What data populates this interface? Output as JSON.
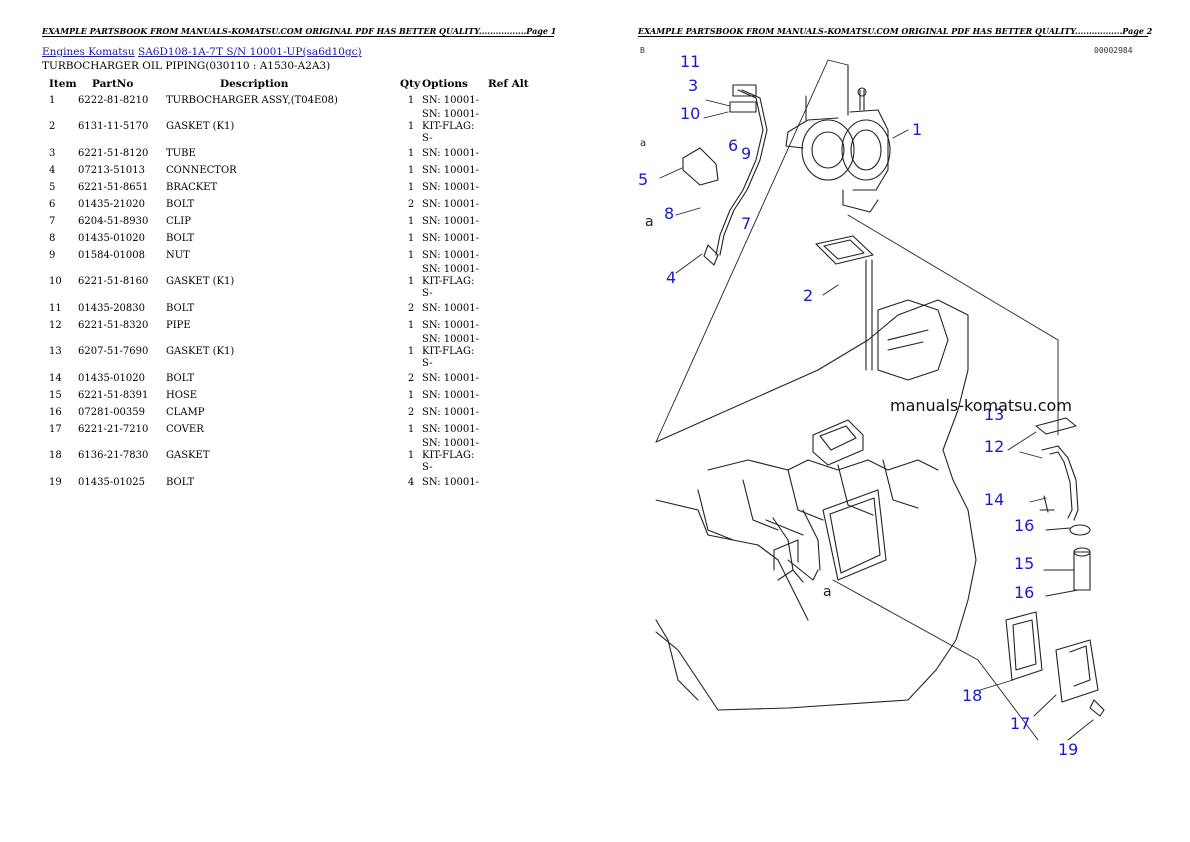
{
  "header": {
    "page1": "EXAMPLE PARTSBOOK FROM MANUALS-KOMATSU.COM ORIGINAL PDF HAS BETTER QUALITY.................Page 1",
    "page2": "EXAMPLE PARTSBOOK FROM MANUALS-KOMATSU.COM ORIGINAL PDF HAS BETTER QUALITY.................Page 2"
  },
  "breadcrumb": {
    "root": "Engines Komatsu",
    "model": "SA6D108-1A-7T S/N 10001-UP(sa6d10gc)"
  },
  "subtitle": "TURBOCHARGER OIL PIPING(030110 : A1530-A2A3)",
  "columns": {
    "item": "Item",
    "partno": "PartNo",
    "description": "Description",
    "qty": "Qty",
    "options": "Options",
    "refalt": "Ref Alt"
  },
  "parts": [
    {
      "item": "1",
      "partno": "6222-81-8210",
      "desc": "TURBOCHARGER ASSY,(T04E08)",
      "qty": "1",
      "opt1": "SN: 10001-",
      "opt2": ""
    },
    {
      "item": "2",
      "partno": "6131-11-5170",
      "desc": "GASKET (K1)",
      "qty": "1",
      "opt1": "SN: 10001-",
      "opt2": "KIT-FLAG: S-"
    },
    {
      "item": "3",
      "partno": "6221-51-8120",
      "desc": "TUBE",
      "qty": "1",
      "opt1": "SN: 10001-",
      "opt2": ""
    },
    {
      "item": "4",
      "partno": "07213-51013",
      "desc": "CONNECTOR",
      "qty": "1",
      "opt1": "SN: 10001-",
      "opt2": ""
    },
    {
      "item": "5",
      "partno": "6221-51-8651",
      "desc": "BRACKET",
      "qty": "1",
      "opt1": "SN: 10001-",
      "opt2": ""
    },
    {
      "item": "6",
      "partno": "01435-21020",
      "desc": "BOLT",
      "qty": "2",
      "opt1": "SN: 10001-",
      "opt2": ""
    },
    {
      "item": "7",
      "partno": "6204-51-8930",
      "desc": "CLIP",
      "qty": "1",
      "opt1": "SN: 10001-",
      "opt2": ""
    },
    {
      "item": "8",
      "partno": "01435-01020",
      "desc": "BOLT",
      "qty": "1",
      "opt1": "SN: 10001-",
      "opt2": ""
    },
    {
      "item": "9",
      "partno": "01584-01008",
      "desc": "NUT",
      "qty": "1",
      "opt1": "SN: 10001-",
      "opt2": ""
    },
    {
      "item": "10",
      "partno": "6221-51-8160",
      "desc": "GASKET (K1)",
      "qty": "1",
      "opt1": "SN: 10001-",
      "opt2": "KIT-FLAG: S-"
    },
    {
      "item": "11",
      "partno": "01435-20830",
      "desc": "BOLT",
      "qty": "2",
      "opt1": "SN: 10001-",
      "opt2": ""
    },
    {
      "item": "12",
      "partno": "6221-51-8320",
      "desc": "PIPE",
      "qty": "1",
      "opt1": "SN: 10001-",
      "opt2": ""
    },
    {
      "item": "13",
      "partno": "6207-51-7690",
      "desc": "GASKET (K1)",
      "qty": "1",
      "opt1": "SN: 10001-",
      "opt2": "KIT-FLAG: S-"
    },
    {
      "item": "14",
      "partno": "01435-01020",
      "desc": "BOLT",
      "qty": "2",
      "opt1": "SN: 10001-",
      "opt2": ""
    },
    {
      "item": "15",
      "partno": "6221-51-8391",
      "desc": "HOSE",
      "qty": "1",
      "opt1": "SN: 10001-",
      "opt2": ""
    },
    {
      "item": "16",
      "partno": "07281-00359",
      "desc": "CLAMP",
      "qty": "2",
      "opt1": "SN: 10001-",
      "opt2": ""
    },
    {
      "item": "17",
      "partno": "6221-21-7210",
      "desc": "COVER",
      "qty": "1",
      "opt1": "SN: 10001-",
      "opt2": ""
    },
    {
      "item": "18",
      "partno": "6136-21-7830",
      "desc": "GASKET",
      "qty": "1",
      "opt1": "SN: 10001-",
      "opt2": "KIT-FLAG: S-"
    },
    {
      "item": "19",
      "partno": "01435-01025",
      "desc": "BOLT",
      "qty": "4",
      "opt1": "SN: 10001-",
      "opt2": ""
    }
  ],
  "diagram": {
    "corner_left": "B",
    "corner_right": "00002984",
    "watermark": "manuals-komatsu.com",
    "ref_letters": [
      "a",
      "a",
      "a"
    ],
    "callouts": [
      "1",
      "2",
      "3",
      "4",
      "5",
      "6",
      "7",
      "8",
      "9",
      "10",
      "11",
      "12",
      "13",
      "14",
      "15",
      "16",
      "16",
      "17",
      "18",
      "19"
    ]
  }
}
